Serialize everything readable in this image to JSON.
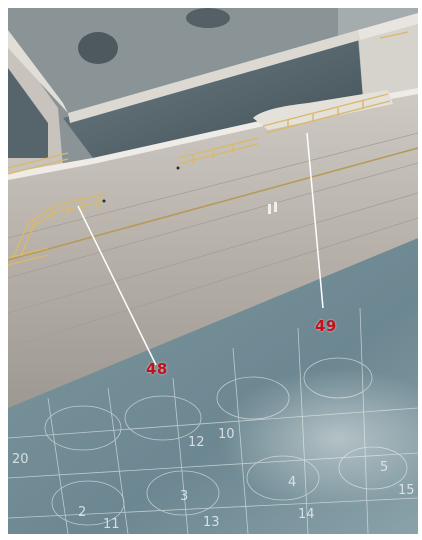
{
  "callouts": [
    {
      "id": "48",
      "label": "48"
    },
    {
      "id": "49",
      "label": "49"
    }
  ],
  "mat_numbers": [
    "2",
    "11",
    "12",
    "3",
    "4",
    "5",
    "13",
    "14",
    "15",
    "10",
    "20"
  ],
  "colors": {
    "hull": "#b9b4ae",
    "hull_shadow": "#8d8882",
    "deck_interior": "#4f5f66",
    "railing": "#d9b96a",
    "cutting_mat": "#6f8a94",
    "mat_lines": "#dfe8ea",
    "callout_text": "#c4101a",
    "leader_line": "#ffffff"
  }
}
